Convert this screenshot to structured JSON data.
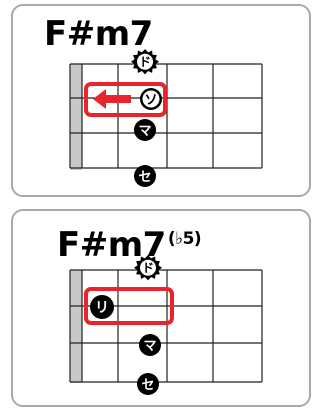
{
  "chords": [
    {
      "title": "F#m7",
      "suffix": "",
      "root_marker": "ド",
      "dots": [
        {
          "label": "ソ",
          "style": "outlined"
        },
        {
          "label": "マ",
          "style": "filled"
        },
        {
          "label": "セ",
          "style": "filled"
        }
      ],
      "arrow": "left"
    },
    {
      "title": "F#m7",
      "suffix": "(♭5)",
      "root_marker": "ド",
      "dots": [
        {
          "label": "リ",
          "style": "filled"
        },
        {
          "label": "マ",
          "style": "filled"
        },
        {
          "label": "セ",
          "style": "filled"
        }
      ],
      "arrow": "none"
    }
  ],
  "colors": {
    "highlight": "#e8242c",
    "nut": "#c8c8c8",
    "card_border": "#a9a9a9",
    "grid": "#222222"
  }
}
